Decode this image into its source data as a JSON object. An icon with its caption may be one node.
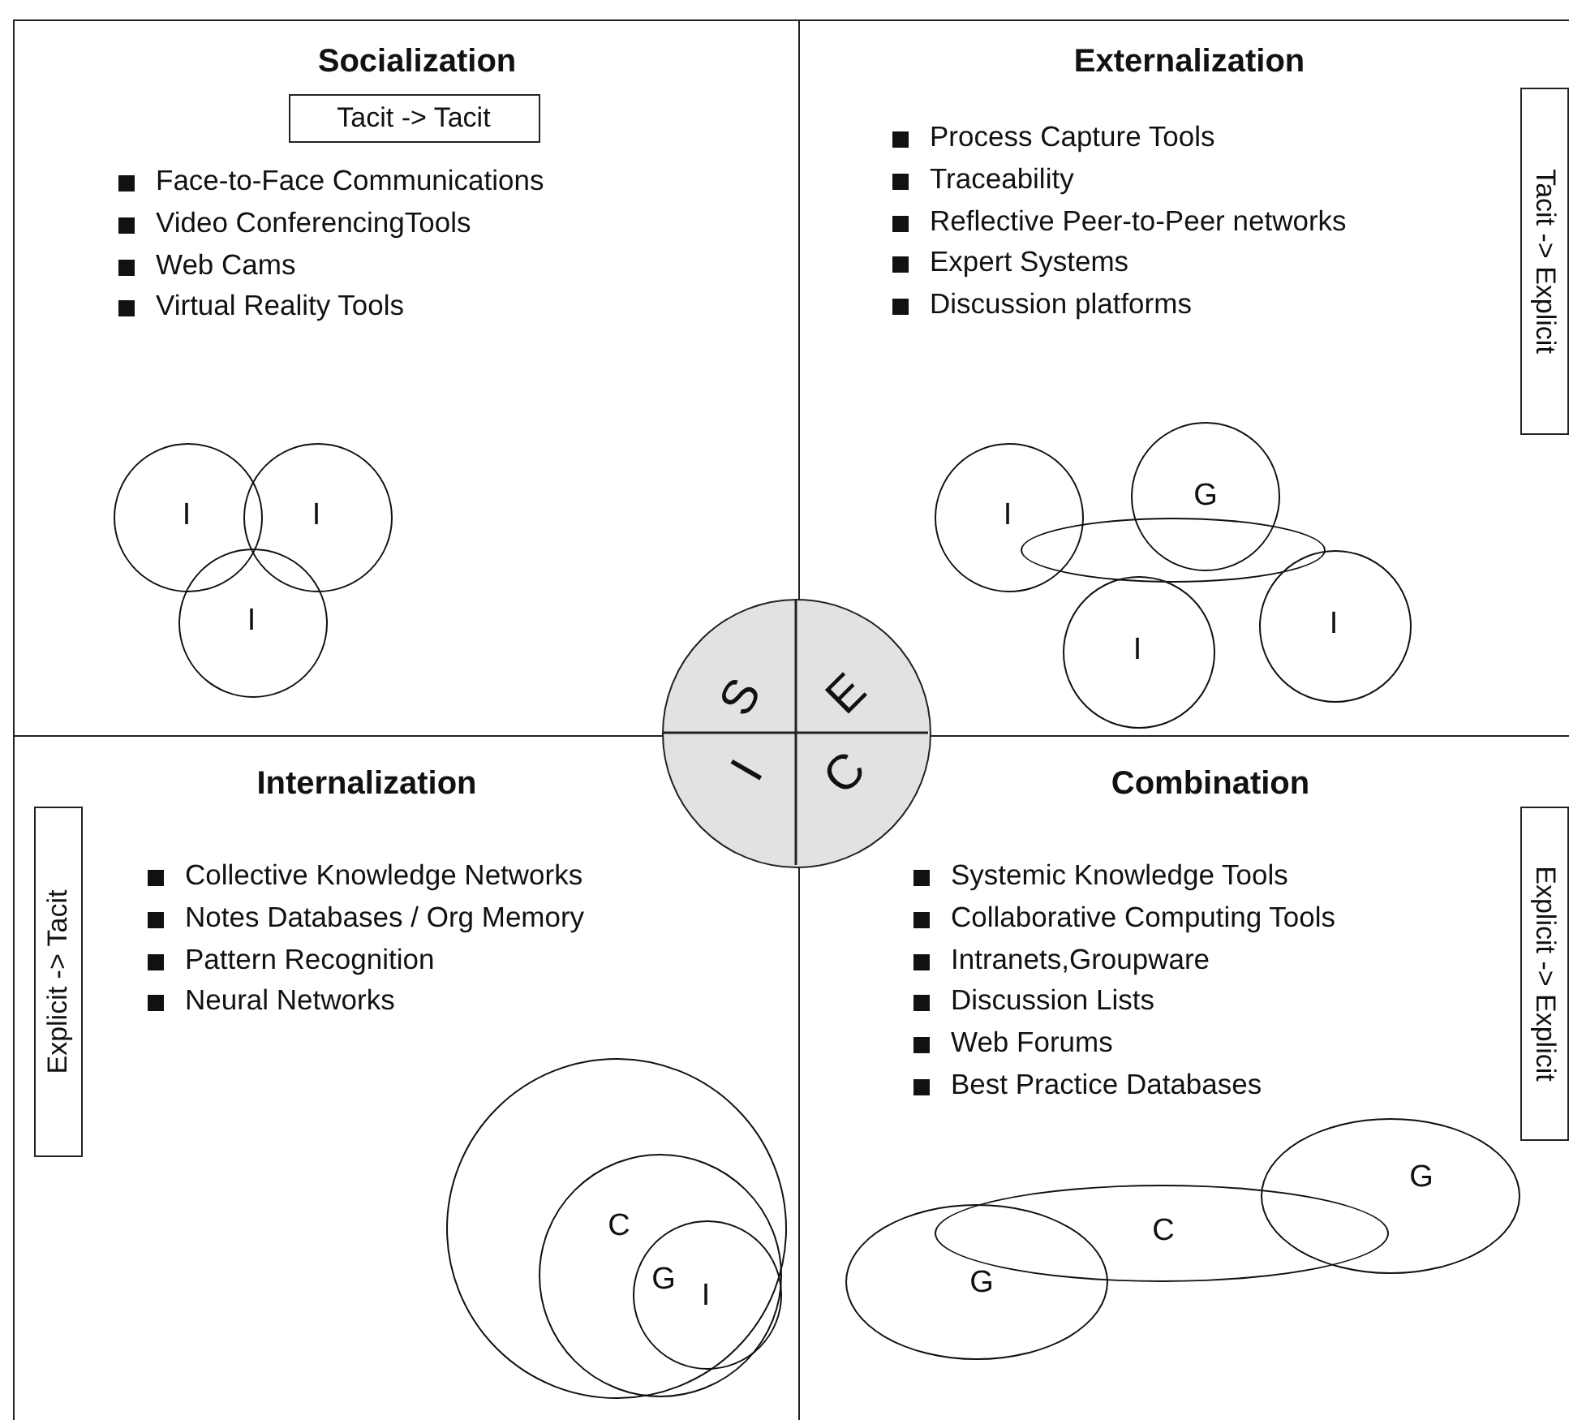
{
  "diagram": {
    "nodes": [
      {
        "text": [
          "Socialization",
          "Face-to-Face Communications",
          "Video ConferencingTools",
          "Web Cams",
          "Virtual Reality Tools"
        ]
      },
      {
        "text": [
          "Tacit -> Tacit"
        ],
        "in": 0
      },
      {
        "text": [
          "I"
        ],
        "in": 0
      },
      {
        "text": [
          "I"
        ],
        "in": 0
      },
      {
        "text": [
          "I"
        ],
        "in": 0
      },
      {
        "text": [
          "Externalization",
          "Process Capture Tools",
          "Traceability",
          "Reflective Peer-to-Peer networks",
          "Expert Systems",
          "Discussion platforms"
        ]
      },
      {
        "text": [
          "Tacit -> Explicit"
        ],
        "in": 5
      },
      {
        "text": [
          "I"
        ],
        "in": 5
      },
      {
        "text": [
          "G"
        ],
        "in": 5
      },
      {
        "text": [],
        "shape": "ellipse",
        "in": 5
      },
      {
        "text": [
          "I"
        ],
        "in": 5
      },
      {
        "text": [
          "I"
        ],
        "in": 5
      },
      {
        "text": [
          "Internalization",
          "Collective Knowledge Networks",
          "Notes Databases / Org Memory",
          "Pattern Recognition",
          "Neural Networks"
        ]
      },
      {
        "text": [
          "Explicit -> Tacit"
        ],
        "in": 12
      },
      {
        "text": [],
        "shape": "circle",
        "in": 12
      },
      {
        "text": [
          "C"
        ],
        "in": 14
      },
      {
        "text": [
          "G",
          "I"
        ],
        "in": 15
      },
      {
        "text": [
          "Combination",
          "Systemic Knowledge Tools",
          "Collaborative Computing Tools",
          "Intranets,Groupware",
          "Discussion Lists",
          "Web Forums",
          "Best Practice Databases"
        ]
      },
      {
        "text": [
          "Explicit -> Explicit"
        ],
        "in": 17
      },
      {
        "text": [
          "G"
        ],
        "in": 17
      },
      {
        "text": [
          "C"
        ],
        "in": 17
      },
      {
        "text": [
          "G"
        ],
        "in": 17
      },
      {
        "text": [
          "S",
          "E",
          "I",
          "C"
        ]
      }
    ]
  }
}
